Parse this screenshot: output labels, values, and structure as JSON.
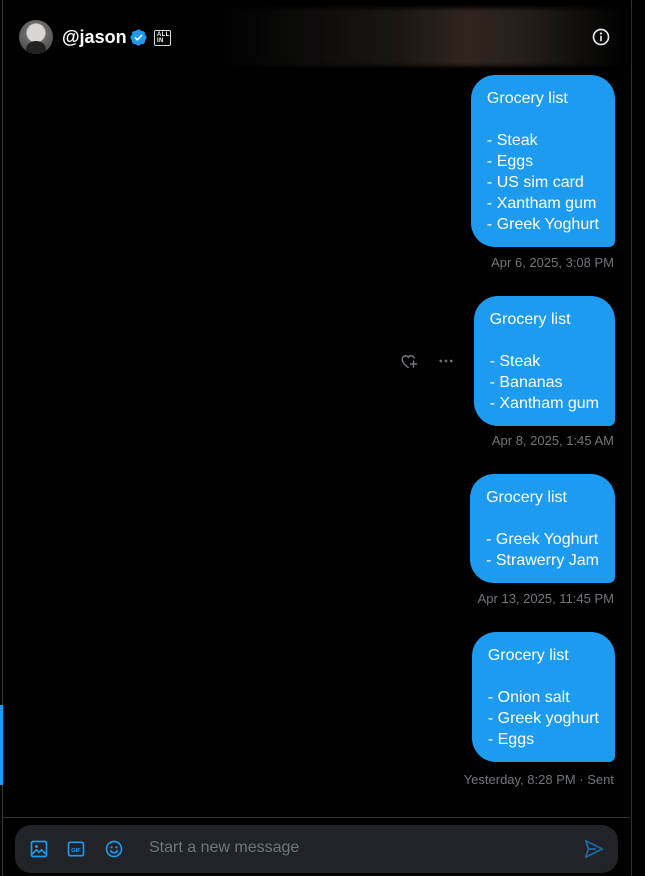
{
  "header": {
    "handle": "@jason",
    "affiliate_badge": "ALL IN"
  },
  "icons": {
    "verified": "verified-badge-icon",
    "info": "info-icon",
    "react": "add-reaction-icon",
    "more": "more-options-icon",
    "media": "image-icon",
    "gif": "gif-icon",
    "emoji": "emoji-icon",
    "send": "send-icon"
  },
  "messages": [
    {
      "text": "Grocery list\n\n- Steak\n- Eggs\n- US sim card\n- Xantham gum\n- Greek Yoghurt",
      "timestamp": "Apr 6, 2025, 3:08 PM"
    },
    {
      "text": "Grocery list\n\n- Steak\n- Bananas\n- Xantham gum",
      "timestamp": "Apr 8, 2025, 1:45 AM"
    },
    {
      "text": "Grocery list\n\n- Greek Yoghurt\n- Strawerry Jam",
      "timestamp": "Apr 13, 2025, 11:45 PM"
    },
    {
      "text": "Grocery list\n\n- Onion salt\n- Greek yoghurt\n- Eggs",
      "timestamp": "Yesterday, 8:28 PM · Sent"
    }
  ],
  "composer": {
    "placeholder": "Start a new message"
  },
  "colors": {
    "accent": "#1d9bf0",
    "background": "#000000",
    "muted_text": "#71767b",
    "composer_bg": "#202327"
  }
}
